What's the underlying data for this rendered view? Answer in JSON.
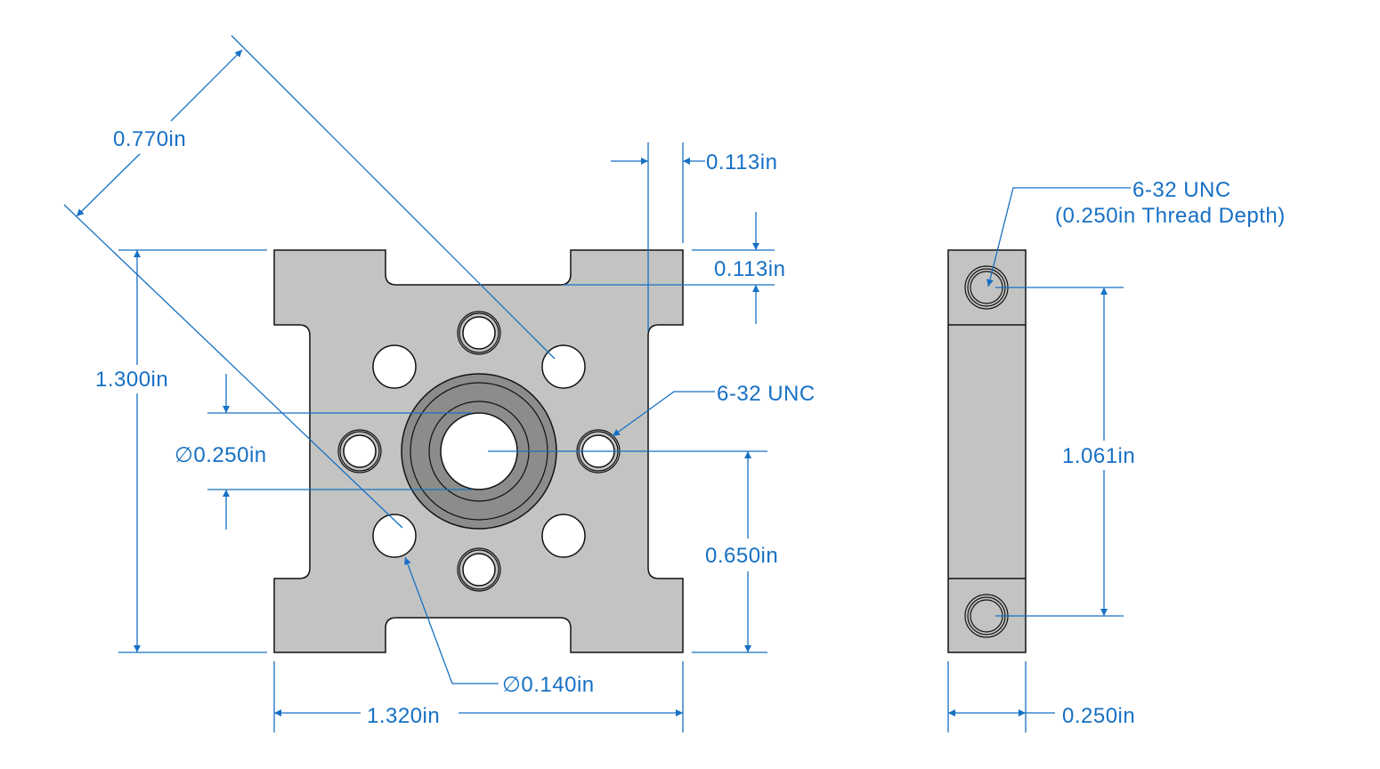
{
  "drawing": {
    "dimensions": {
      "diag_spacing": "0.770in",
      "top_notch_offset_x": "0.113in",
      "top_notch_depth": "0.113in",
      "height": "1.300in",
      "center_bore": "∅0.250in",
      "center_height": "0.650in",
      "clear_hole": "∅0.140in",
      "width": "1.320in",
      "side_hole_spacing": "1.061in",
      "thickness": "0.250in"
    },
    "callouts": {
      "front_thread": "6-32 UNC",
      "side_thread": "6-32 UNC",
      "side_thread_depth": "(0.250in Thread Depth)"
    },
    "colors": {
      "dimension": "#1670c4",
      "part": "#c3c4c2",
      "hub": "#8c8d8b"
    }
  }
}
